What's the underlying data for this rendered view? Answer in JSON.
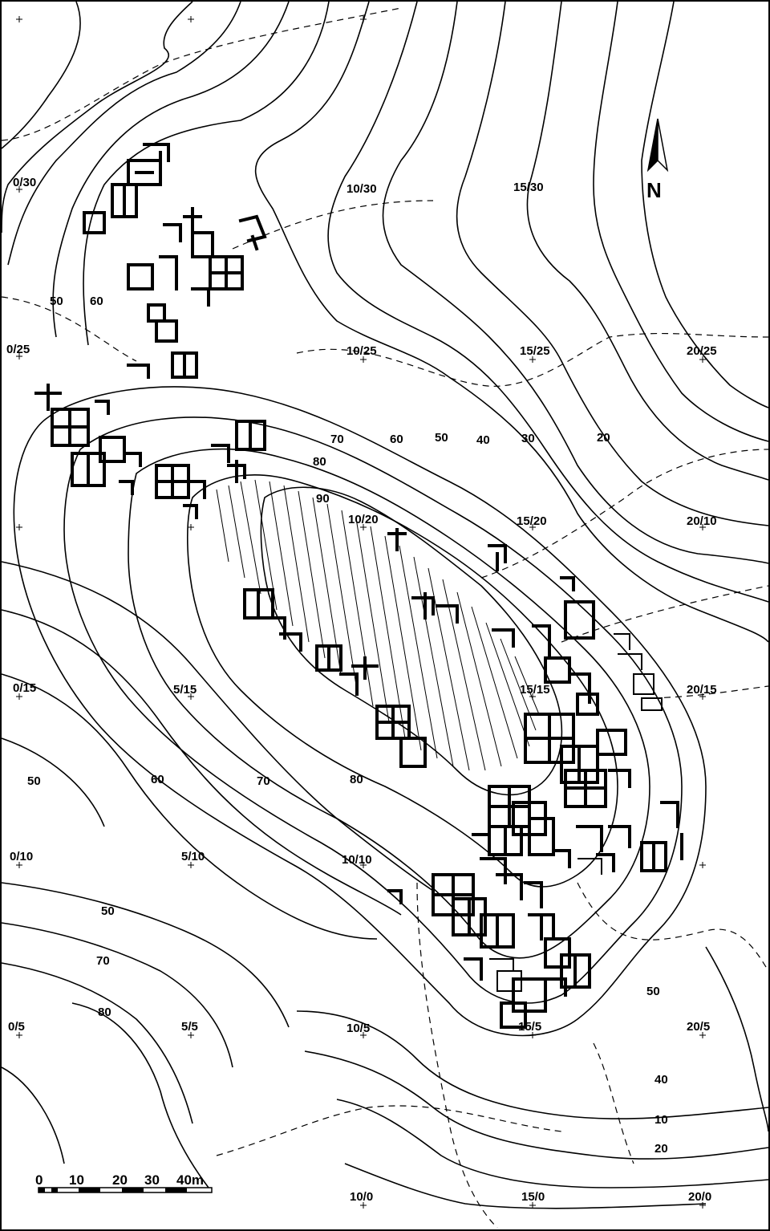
{
  "map": {
    "north_label": "N",
    "grid_labels": [
      "0/30",
      "10/30",
      "15/30",
      "0/25",
      "10/25",
      "15/25",
      "20/25",
      "10/20",
      "15/20",
      "20/10",
      "0/15",
      "5/15",
      "15/15",
      "20/15",
      "0/10",
      "5/10",
      "10/10",
      "0/5",
      "5/5",
      "10/5",
      "15/5",
      "20/5",
      "10/0",
      "15/0",
      "20/0"
    ],
    "contour_labels": [
      "50",
      "60",
      "70",
      "60",
      "50",
      "40",
      "30",
      "20",
      "80",
      "90",
      "50",
      "60",
      "70",
      "80",
      "50",
      "70",
      "80",
      "50",
      "40",
      "10",
      "20"
    ],
    "scale": {
      "ticks": [
        "0",
        "10",
        "20",
        "30",
        "40m"
      ]
    }
  }
}
